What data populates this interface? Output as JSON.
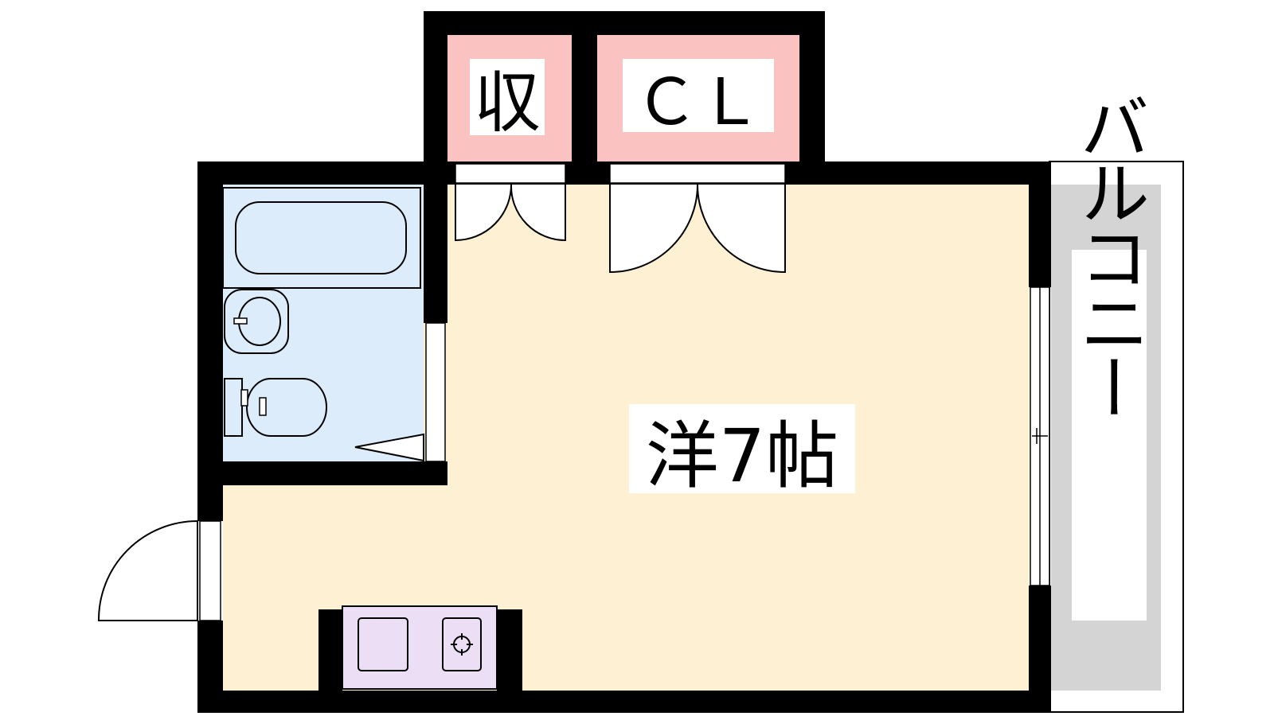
{
  "rooms": {
    "storage": {
      "label": "収"
    },
    "closet": {
      "label": "ＣＬ"
    },
    "western_room": {
      "label": "洋7帖"
    },
    "balcony": {
      "label": "バルコニー"
    }
  },
  "colors": {
    "wall": "#000000",
    "room_floor": "#fdf0d3",
    "wet_area": "#dcecfb",
    "closet_storage": "#fbc2c2",
    "kitchen": "#ecdff5",
    "balcony": "#d4d4d4",
    "label_background": "#ffffff"
  }
}
